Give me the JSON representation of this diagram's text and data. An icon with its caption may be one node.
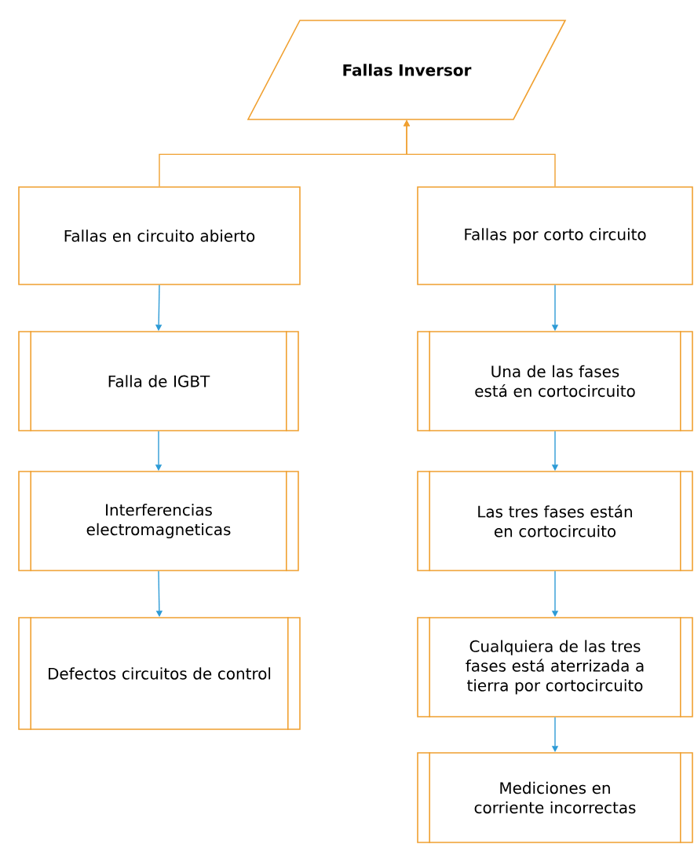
{
  "diagram": {
    "nodes": [
      {
        "text": [
          "Fallas Inversor"
        ]
      },
      {
        "text": [
          "Fallas en circuito abierto"
        ]
      },
      {
        "text": [
          "Fallas por corto circuito"
        ]
      },
      {
        "text": [
          "Falla de IGBT"
        ]
      },
      {
        "text": [
          "Interferencias electromagneticas"
        ]
      },
      {
        "text": [
          "Defectos circuitos de control"
        ]
      },
      {
        "text": [
          "Una de las fases está en cortocircuito"
        ]
      },
      {
        "text": [
          "Las tres fases están en cortocircuito"
        ]
      },
      {
        "text": [
          "Cualquiera de las tres fases está aterrizada a tierra por cortocircuito"
        ]
      },
      {
        "text": [
          "Mediciones en corriente incorrectas"
        ]
      }
    ],
    "edges": [
      {
        "from": 1,
        "to": 0,
        "arrow": "to",
        "color": "#f0a030"
      },
      {
        "from": 2,
        "to": 0,
        "arrow": "to",
        "color": "#f0a030"
      },
      {
        "from": 1,
        "to": 3,
        "arrow": "to"
      },
      {
        "from": 3,
        "to": 4,
        "arrow": "to"
      },
      {
        "from": 4,
        "to": 5,
        "arrow": "to"
      },
      {
        "from": 2,
        "to": 6,
        "arrow": "to"
      },
      {
        "from": 6,
        "to": 7,
        "arrow": "to"
      },
      {
        "from": 7,
        "to": 8,
        "arrow": "to"
      },
      {
        "from": 8,
        "to": 9,
        "arrow": "to"
      }
    ]
  }
}
